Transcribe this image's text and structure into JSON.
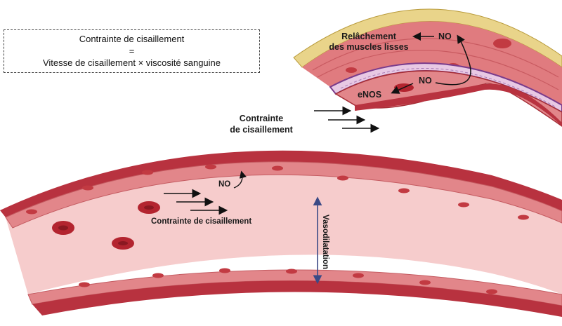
{
  "formula": {
    "line1": "Contrainte de cisaillement",
    "line2": "=",
    "line3": "Vitesse de cisaillement × viscosité sanguine"
  },
  "inset": {
    "smooth_muscle_label_1": "Relâchement",
    "smooth_muscle_label_2": "des muscles lisses",
    "no_top": "NO",
    "no_bottom": "NO",
    "enos": "eNOS"
  },
  "middle_label": {
    "line1": "Contrainte",
    "line2": "de cisaillement"
  },
  "vessel": {
    "no_label": "NO",
    "shear_label": "Contrainte de cisaillement",
    "vasodilatation": "Vasodilatation"
  },
  "colors": {
    "outer_wall": "#b8323f",
    "inner_lumen": "#f6cccc",
    "endothelium": "#e2868a",
    "rbc": "#b3242f",
    "adventitia": "#e9d48a",
    "elastic_lamina": "#7a3c8c",
    "arrow_blue": "#3b4a86"
  }
}
